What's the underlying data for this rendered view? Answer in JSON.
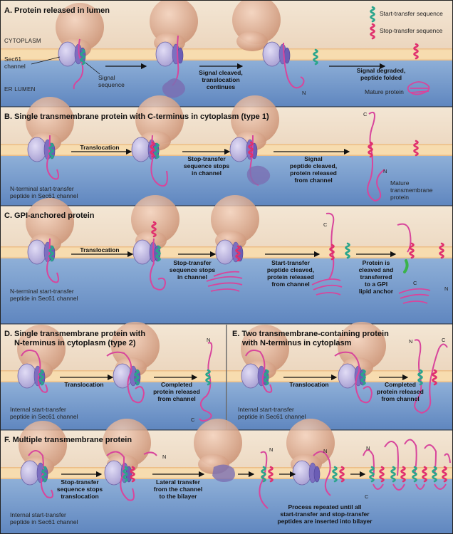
{
  "legend": {
    "start_transfer": "Start-transfer sequence",
    "stop_transfer": "Stop-transfer sequence"
  },
  "colors": {
    "cytoplasm_top": "#efe0cc",
    "cytoplasm_bottom": "#e6c7a6",
    "lumen": "#7ea2cf",
    "membrane": "#f2c98d",
    "channel": "#c9c3e8",
    "peptide": "#d8459c",
    "start_transfer": "#2aa58c",
    "stop_transfer": "#e0306e",
    "ribosome": "#dca88a"
  },
  "panels": {
    "a": {
      "title": "A. Protein released in lumen",
      "cytoplasm_label": "CYTOPLASM",
      "lumen_label": "ER LUMEN",
      "sec61_label_1": "Sec61",
      "sec61_label_2": "channel",
      "signal_label_1": "Signal",
      "signal_label_2": "sequence",
      "step1_1": "Signal cleaved,",
      "step1_2": "translocation",
      "step1_3": "continues",
      "step2_1": "Signal degraded,",
      "step2_2": "peptide folded",
      "mature": "Mature protein",
      "n_label": "N"
    },
    "b": {
      "title": "B. Single transmembrane protein with C-terminus in cytoplasm (type 1)",
      "step1": "Translocation",
      "step2_1": "Stop-transfer",
      "step2_2": "sequence stops",
      "step2_3": "in channel",
      "step3_1": "Signal",
      "step3_2": "peptide cleaved,",
      "step3_3": "protein released",
      "step3_4": "from channel",
      "foot_1": "N-terminal start-transfer",
      "foot_2": "peptide in Sec61 channel",
      "mature_1": "Mature",
      "mature_2": "transmembrane",
      "mature_3": "protein",
      "c_label": "C",
      "n_label": "N"
    },
    "c": {
      "title": "C. GPI-anchored protein",
      "step1": "Translocation",
      "step2_1": "Stop-transfer",
      "step2_2": "sequence stops",
      "step2_3": "in channel",
      "step3_1": "Start-transfer",
      "step3_2": "peptide cleaved,",
      "step3_3": "protein released",
      "step3_4": "from channel",
      "step4_1": "Protein is",
      "step4_2": "cleaved and",
      "step4_3": "transferred",
      "step4_4": "to a GPI",
      "step4_5": "lipid anchor",
      "foot_1": "N-terminal start-transfer",
      "foot_2": "peptide in Sec61 channel",
      "c_label": "C",
      "n_label": "N"
    },
    "d": {
      "title_1": "D. Single transmembrane protein with",
      "title_2": "N-terminus in cytoplasm (type 2)",
      "step1": "Translocation",
      "step2_1": "Completed",
      "step2_2": "protein released",
      "step2_3": "from channel",
      "foot_1": "Internal start-transfer",
      "foot_2": "peptide in Sec61 channel",
      "n_label": "N",
      "c_label": "C"
    },
    "e": {
      "title_1": "E. Two transmembrane-containing protein",
      "title_2": "with N-terminus in cytoplasm",
      "step1": "Translocation",
      "step2_1": "Completed",
      "step2_2": "protein released",
      "step2_3": "from channel",
      "foot_1": "Internal start-transfer",
      "foot_2": "peptide in Sec61 channel",
      "n_label": "N",
      "c_label": "C"
    },
    "f": {
      "title": "F. Multiple transmembrane protein",
      "step1_1": "Stop-transfer",
      "step1_2": "sequence stops",
      "step1_3": "translocation",
      "step2_1": "Lateral transfer",
      "step2_2": "from the channel",
      "step2_3": "to the bilayer",
      "step3_1": "Process repeated until all",
      "step3_2": "start-transfer and stop-transfer",
      "step3_3": "peptides are inserted into bilayer",
      "foot_1": "Internal start-transfer",
      "foot_2": "peptide in Sec61 channel",
      "n_label": "N",
      "c_label": "C"
    }
  }
}
